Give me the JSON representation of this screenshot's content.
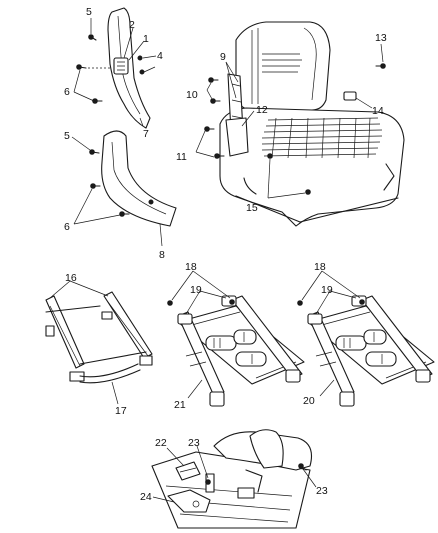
{
  "callouts": {
    "c1": "1",
    "c2": "2",
    "c4": "4",
    "c5a": "5",
    "c5b": "5",
    "c6a": "6",
    "c6b": "6",
    "c7": "7",
    "c8": "8",
    "c9": "9",
    "c10": "10",
    "c11": "11",
    "c12": "12",
    "c13": "13",
    "c14": "14",
    "c15": "15",
    "c16": "16",
    "c17": "17",
    "c18a": "18",
    "c18b": "18",
    "c19a": "19",
    "c19b": "19",
    "c20": "20",
    "c21": "21",
    "c22": "22",
    "c23a": "23",
    "c23b": "23",
    "c24": "24"
  },
  "icons": [
    "bolt-icon",
    "seat-shield-icon",
    "seat-track-icon",
    "power-motor-icon",
    "seat-frame-icon"
  ]
}
